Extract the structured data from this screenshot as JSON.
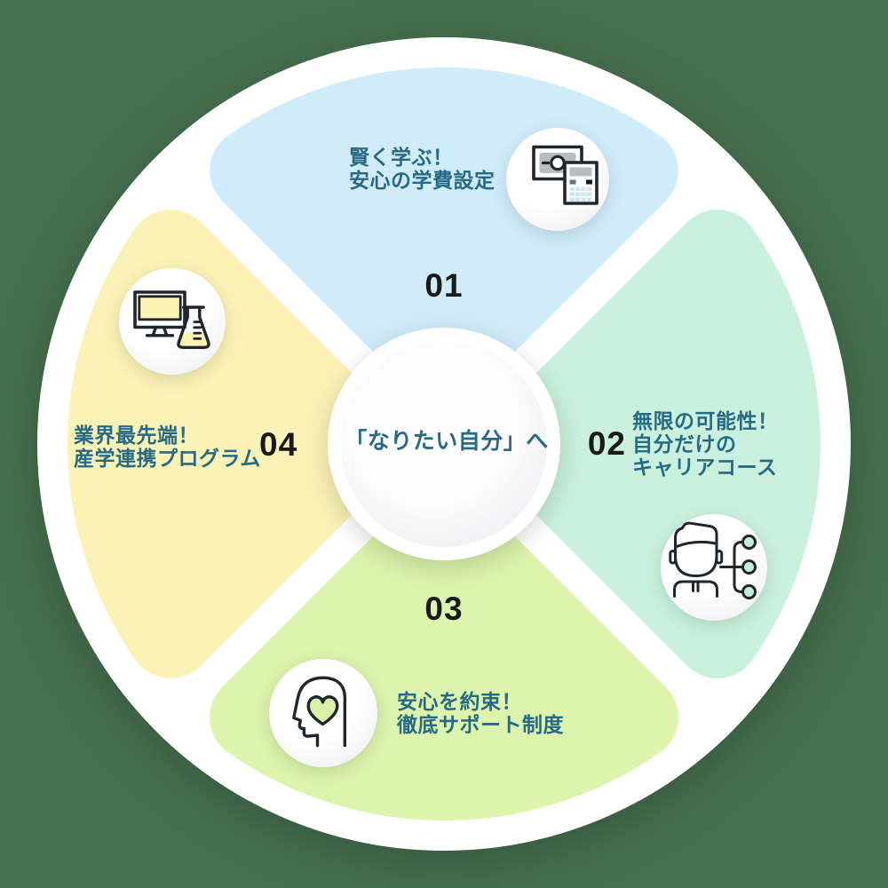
{
  "canvas": {
    "background_color": "#47704f"
  },
  "wheel": {
    "center_label": "「なりたい自分」へ",
    "text_color": "#266a85",
    "number_color": "#1a1a1a",
    "sections": [
      {
        "number": "01",
        "title_lines": [
          "賢く学ぶ！",
          "安心の学費設定"
        ],
        "color": "#d0ecfa",
        "icon": "banknote-calculator"
      },
      {
        "number": "02",
        "title_lines": [
          "無限の可能性！",
          "自分だけの",
          "キャリアコース"
        ],
        "color": "#c9f1de",
        "icon": "person-career-branches"
      },
      {
        "number": "03",
        "title_lines": [
          "安心を約束！",
          "徹底サポート制度"
        ],
        "color": "#ddf4ac",
        "icon": "head-heart"
      },
      {
        "number": "04",
        "title_lines": [
          "業界最先端！",
          "産学連携プログラム"
        ],
        "color": "#fbf2b5",
        "icon": "monitor-flask"
      }
    ],
    "icon_palette": {
      "outline": "#20262c",
      "gray": "#b6bec4",
      "key_blue": "#cfe7f2",
      "key_gray": "#6b747b",
      "key_black": "#14181c",
      "node_mint": "#bff0d8",
      "heart_green": "#daf0a6",
      "screen_yellow": "#fdf3b2"
    }
  }
}
